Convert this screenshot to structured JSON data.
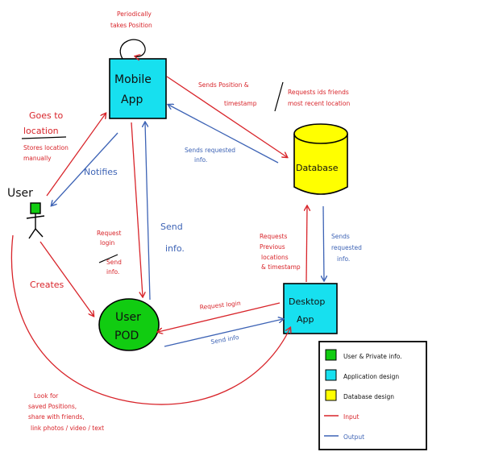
{
  "nodes": {
    "mobile_app": {
      "line1": "Mobile",
      "line2": "App"
    },
    "database": {
      "label": "Database"
    },
    "desktop_app": {
      "line1": "Desktop",
      "line2": "App"
    },
    "user_pod": {
      "line1": "User",
      "line2": "POD"
    },
    "user": {
      "label": "User"
    }
  },
  "annotations": {
    "periodically": {
      "line1": "Periodically",
      "line2": "takes Position"
    },
    "sends_position": {
      "line1": "Sends Position &",
      "line2": "timestamp"
    },
    "requests_ids": {
      "line1": "Requests ids friends",
      "line2": "most recent location"
    },
    "goes_to": {
      "line1": "Goes to",
      "line2": "location"
    },
    "stores_location": {
      "line1": "Stores location",
      "line2": "manually"
    },
    "notifies": {
      "label": "Notifies"
    },
    "sends_requested_top": {
      "line1": "Sends requested",
      "line2": "info."
    },
    "request_login_left": {
      "line1": "Request",
      "line2": "login"
    },
    "send_info_left": {
      "line1": "Send",
      "line2": "info."
    },
    "send_info_vertical": {
      "line1": "Send",
      "line2": "info."
    },
    "requests_previous": {
      "line1": "Requests",
      "line2": "Previous",
      "line3": "locations",
      "line4": "& timestamp"
    },
    "sends_requested_right": {
      "line1": "Sends",
      "line2": "requested",
      "line3": "info."
    },
    "creates": {
      "label": "Creates"
    },
    "request_login_bottom": {
      "label": "Request login"
    },
    "send_info_bottom": {
      "label": "Send info"
    },
    "look_for": {
      "line1": "Look for",
      "line2": "saved Positions,",
      "line3": "share with friends,",
      "line4": "link photos / video / text"
    }
  },
  "legend": {
    "items": [
      {
        "label": "User & Private info.",
        "color": "#11cc11",
        "kind": "swatch"
      },
      {
        "label": "Application design",
        "color": "#17e0ef",
        "kind": "swatch"
      },
      {
        "label": "Database design",
        "color": "#ffff00",
        "kind": "swatch"
      },
      {
        "label": "Input",
        "color": "#d8242a",
        "kind": "line"
      },
      {
        "label": "Output",
        "color": "#3d63b5",
        "kind": "line"
      }
    ]
  },
  "colors": {
    "input": "#d8242a",
    "output": "#3d63b5",
    "user_fill": "#11cc11",
    "app_fill": "#17e0ef",
    "db_fill": "#ffff00"
  }
}
